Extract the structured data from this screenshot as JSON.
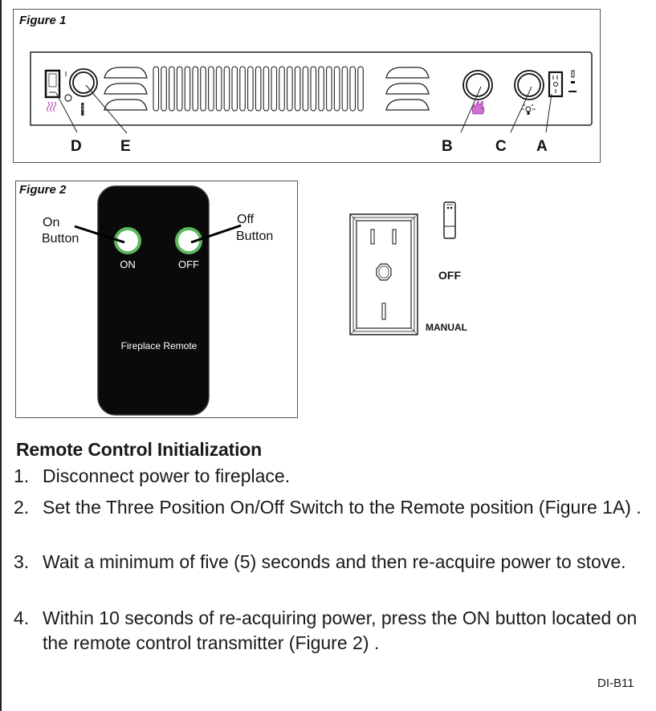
{
  "figure1": {
    "caption": "Figure 1",
    "callouts": [
      "D",
      "E",
      "B",
      "C",
      "A"
    ],
    "icons": {
      "D": "heater-rocker-switch-icon",
      "E": "thermostat-knob-icon",
      "B": "flame-knob-icon",
      "C": "light-knob-icon",
      "A": "three-position-switch-icon"
    },
    "grille_slots": 27,
    "colors": {
      "flame": "#c050c0"
    }
  },
  "figure2": {
    "caption": "Figure 2",
    "on_label_line1": "On",
    "on_label_line2": "Button",
    "off_label_line1": "Off",
    "off_label_line2": "Button",
    "remote_on": "ON",
    "remote_off": "OFF",
    "remote_name": "Fireplace Remote",
    "colors": {
      "remote_body": "#0a0a0a",
      "button_ring": "#5cb85c"
    }
  },
  "switch_plate": {
    "off_label": "OFF",
    "manual_label": "MANUAL"
  },
  "instructions": {
    "title": "Remote Control Initialization",
    "steps": [
      {
        "num": "1.",
        "text": "Disconnect power to fireplace."
      },
      {
        "num": "2.",
        "text": "Set the Three Position On/Off Switch to the Remote position (Figure 1A) ."
      },
      {
        "num": "3.",
        "text": "Wait a minimum of five (5) seconds and then re-acquire power to stove."
      },
      {
        "num": "4.",
        "text": "Within 10 seconds of re-acquiring power, press the ON button located on the remote control transmitter (Figure 2)   ."
      }
    ]
  },
  "doc_code": "DI-B11"
}
